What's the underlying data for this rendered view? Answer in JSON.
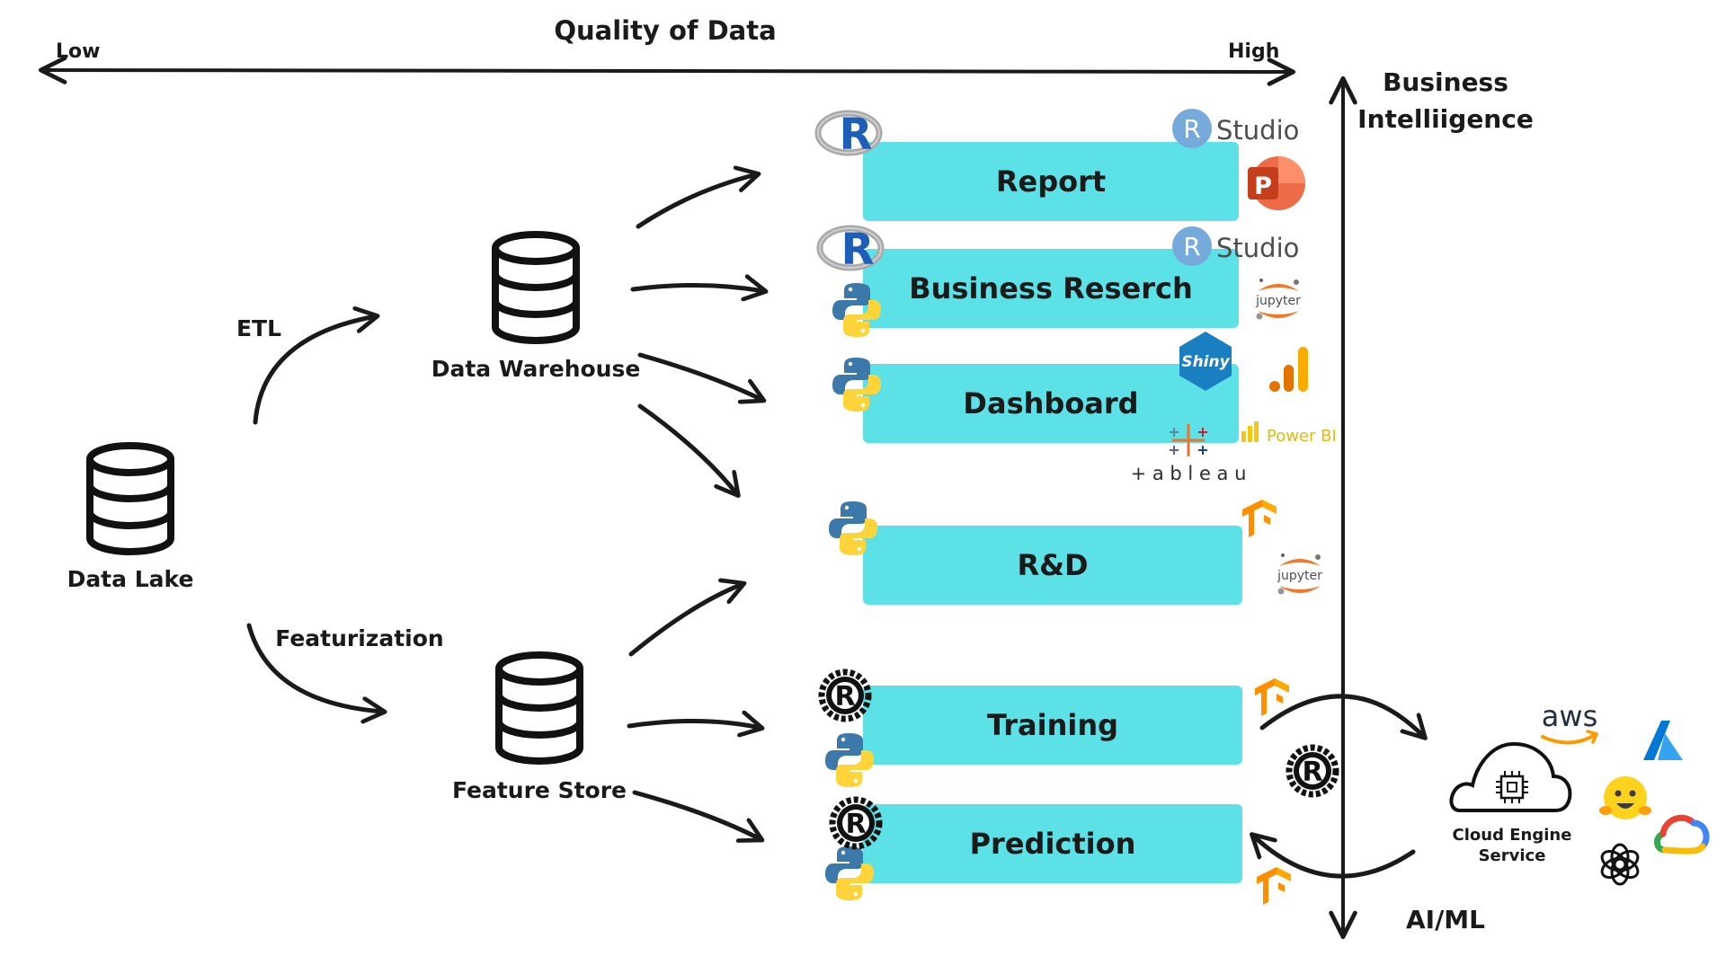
{
  "quality_axis": {
    "title": "Quality of Data",
    "low_label": "Low",
    "high_label": "High"
  },
  "bi_axis": {
    "top_label_line1": "Business",
    "top_label_line2": "Intelliigence",
    "bottom_label": "AI/ML"
  },
  "sources": {
    "data_lake": "Data Lake",
    "data_warehouse": "Data Warehouse",
    "feature_store": "Feature Store"
  },
  "flows": {
    "etl": "ETL",
    "featurization": "Featurization"
  },
  "outputs": {
    "report": "Report",
    "business_research": "Business Reserch",
    "dashboard": "Dashboard",
    "rnd": "R&D",
    "training": "Training",
    "prediction": "Prediction"
  },
  "tools": {
    "rstudio_letter": "R",
    "rstudio_word": "Studio",
    "powerpoint_letter": "P",
    "jupyter": "jupyter",
    "shiny": "Shiny",
    "tableau": "+ a b l e a u",
    "powerbi": "Power BI",
    "aws": "aws",
    "r_letter": "R"
  },
  "cloud": {
    "label_line1": "Cloud Engine",
    "label_line2": "Service"
  },
  "colors": {
    "box_fill": "#5ce1e6",
    "ink": "#1a1a1a"
  }
}
